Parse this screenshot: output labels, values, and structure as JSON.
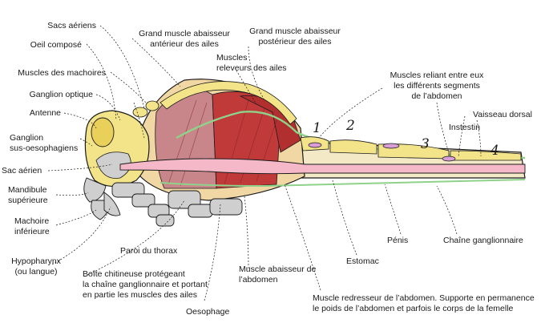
{
  "labels": {
    "sacs_aeriens": "Sacs aériens",
    "oeil": "Oeil composé",
    "muscles_machoires": "Muscles des machoires",
    "ganglion_optique": "Ganglion optique",
    "antenne": "Antenne",
    "ganglion_sus_1": "Ganglion",
    "ganglion_sus_2": "sus-oesophagiens",
    "sac_aerien": "Sac aérien",
    "mandibule_1": "Mandibule",
    "mandibule_2": "supérieure",
    "machoire_1": "Machoire",
    "machoire_2": "inférieure",
    "hypopharynx_1": "Hypopharynx",
    "hypopharynx_2": "(ou langue)",
    "grand_ant_1": "Grand muscle abaisseur",
    "grand_ant_2": "antérieur des ailes",
    "grand_post_1": "Grand muscle abaisseur",
    "grand_post_2": "postérieur des ailes",
    "releveurs_1": "Muscles",
    "releveurs_2": "releveurs des ailes",
    "reliant_1": "Muscles reliant entre eux",
    "reliant_2": "les différents segments",
    "reliant_3": "de l’abdomen",
    "vaisseau": "Vaisseau dorsal",
    "instestin": "Instestin",
    "paroi": "Paroi du thorax",
    "boite_1": "Boîte chitineuse protégeant",
    "boite_2": "la chaîne ganglionnaire et portant",
    "boite_3": "en partie les muscles des ailes",
    "oesophage": "Oesophage",
    "abaisseur_abd_1": "Muscle abaisseur de",
    "abaisseur_abd_2": "l’abdomen",
    "estomac": "Estomac",
    "penis": "Pénis",
    "chaine": "Chaîne ganglionnaire",
    "redresseur_1": "Muscle redresseur de l’abdomen. Supporte en permanence",
    "redresseur_2": "le poids de l’abdomen et parfois le corps de la femelle"
  },
  "segments": [
    "1",
    "2",
    "3",
    "4"
  ],
  "colors": {
    "muscle": "#c03a3a",
    "muscle_light": "#c8868a",
    "fat": "#f3e48a",
    "gut": "#f4b8c8",
    "nerve": "#8fd28a",
    "chitin": "#cfcfcf",
    "outline": "#1a1a1a"
  }
}
